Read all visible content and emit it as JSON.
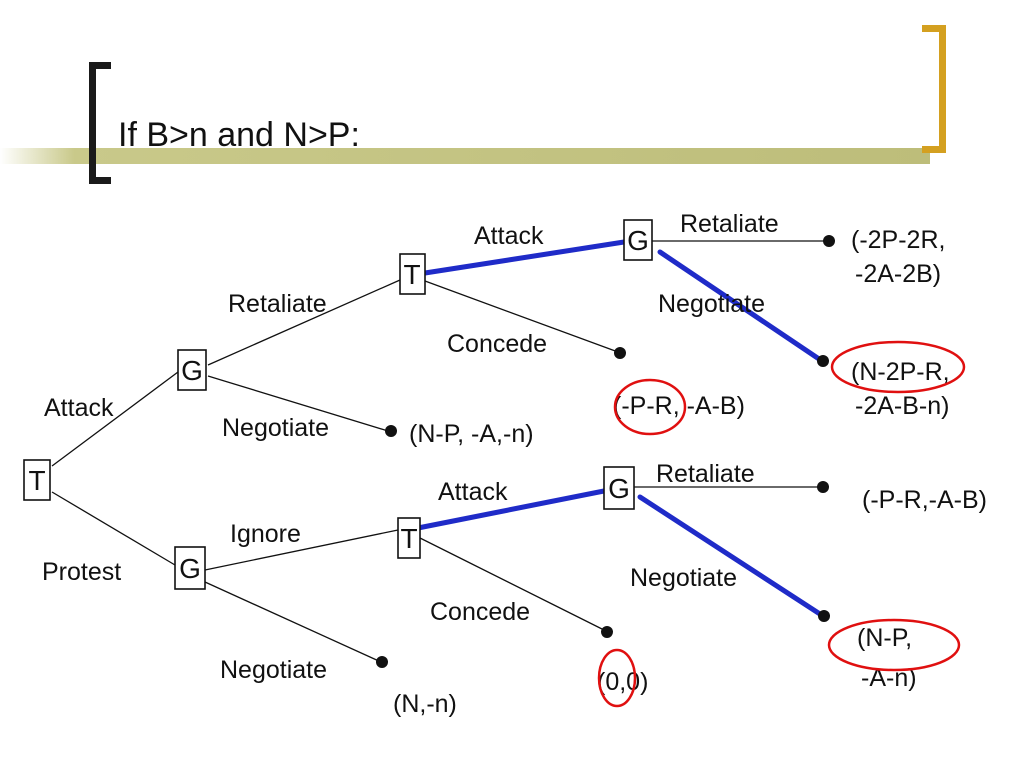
{
  "slide": {
    "title": "If B>n and N>P:"
  },
  "colors": {
    "bracket_left": "#1a1a1a",
    "bracket_right": "#d4a020",
    "accent_bar": "#bdbd7a",
    "highlight_path": "#1f2bc8",
    "circle": "#e01010"
  },
  "tree": {
    "nodes": {
      "root": "T",
      "g_attack": "G",
      "t_retaliate": "T",
      "g_top": "G",
      "g_protest": "G",
      "t_ignore": "T",
      "g_bottom": "G"
    },
    "edge_labels": {
      "attack_root": "Attack",
      "protest": "Protest",
      "retaliate_1": "Retaliate",
      "negotiate_1": "Negotiate",
      "attack_2": "Attack",
      "concede_1": "Concede",
      "retaliate_2": "Retaliate",
      "negotiate_2": "Negotiate",
      "ignore": "Ignore",
      "negotiate_3": "Negotiate",
      "attack_3": "Attack",
      "concede_2": "Concede",
      "retaliate_3": "Retaliate",
      "negotiate_4": "Negotiate"
    },
    "payoffs": {
      "p1": [
        "(-2P-2R,",
        "-2A-2B)"
      ],
      "p2": [
        "(N-2P-R,",
        "-2A-B-n)"
      ],
      "p3": [
        "(-P-R, -A-B)"
      ],
      "p4": [
        "(N-P, -A,-n)"
      ],
      "p5": [
        "(-P-R,-A-B)"
      ],
      "p6": [
        "(N-P,",
        "-A-n)"
      ],
      "p7": [
        "(0,0)"
      ],
      "p8": [
        "(N,-n)"
      ]
    }
  }
}
